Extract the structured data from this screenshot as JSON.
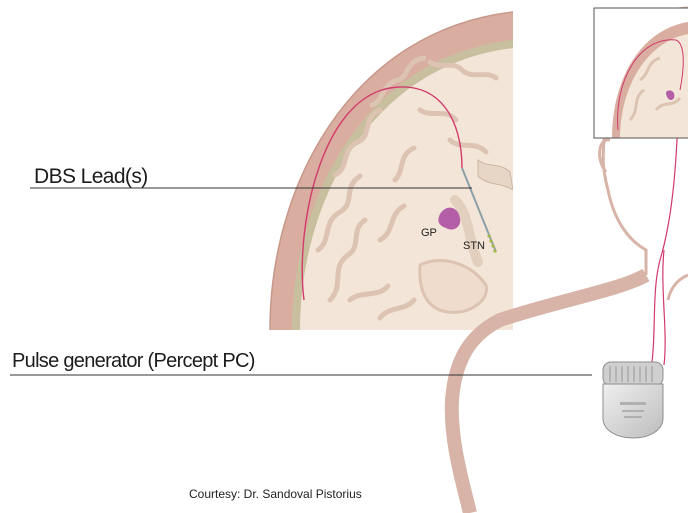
{
  "labels": {
    "dbs_lead": "DBS Lead(s)",
    "pulse_generator": "Pulse generator (Percept PC)",
    "gp": "GP",
    "stn": "STN",
    "credit": "Courtesy: Dr. Sandoval Pistorius"
  },
  "colors": {
    "skull": "#d9aea1",
    "skull_edge": "#c7988a",
    "dura": "#c8bf9f",
    "brain": "#f3e6d9",
    "sulcus": "#dcc3b2",
    "lead_wire": "#d23a6a",
    "gp": "#b45ea8",
    "stn_contacts": "#a7b84a",
    "device_body": "#d8d8d8",
    "body_outline": "#d7b4a7"
  }
}
